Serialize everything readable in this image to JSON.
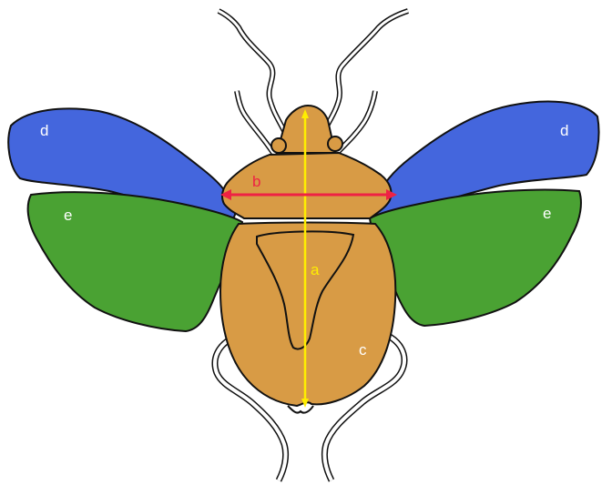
{
  "labels": {
    "a": "a",
    "b": "b",
    "c": "c",
    "d": "d",
    "e": "e"
  },
  "colors": {
    "body": "#D89B45",
    "forewing": "#4466DD",
    "hindwing": "#4AA233",
    "measure_a": "#FFEE00",
    "measure_b": "#EE2244",
    "outline": "#111111",
    "label_white": "#FFFFFF"
  }
}
